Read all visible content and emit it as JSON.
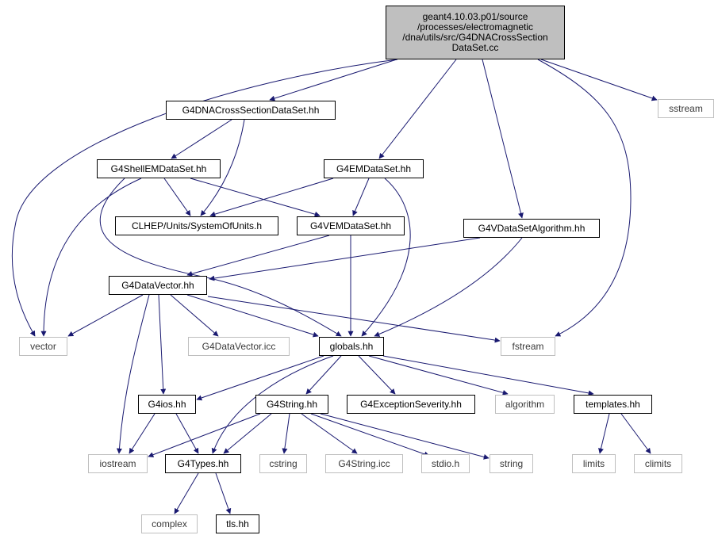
{
  "colors": {
    "edge": "#191970",
    "root_fill": "#bfbfbf",
    "external_border": "#bfbfbf"
  },
  "nodes": {
    "root": "geant4.10.03.p01/source\n/processes/electromagnetic\n/dna/utils/src/G4DNACrossSection\nDataSet.cc",
    "g4dnacrosssectiondataset": "G4DNACrossSectionDataSet.hh",
    "sstream": "sstream",
    "g4shellemdataset": "G4ShellEMDataSet.hh",
    "g4emdataset": "G4EMDataSet.hh",
    "systemofunits": "CLHEP/Units/SystemOfUnits.h",
    "g4vemdataset": "G4VEMDataSet.hh",
    "g4vdatasetalgorithm": "G4VDataSetAlgorithm.hh",
    "g4datavector": "G4DataVector.hh",
    "vector": "vector",
    "g4datavector_icc": "G4DataVector.icc",
    "globals": "globals.hh",
    "fstream": "fstream",
    "g4ios": "G4ios.hh",
    "g4string": "G4String.hh",
    "g4exceptionseverity": "G4ExceptionSeverity.hh",
    "algorithm": "algorithm",
    "templates": "templates.hh",
    "iostream": "iostream",
    "g4types": "G4Types.hh",
    "cstring": "cstring",
    "g4string_icc": "G4String.icc",
    "stdio": "stdio.h",
    "string": "string",
    "limits": "limits",
    "climits": "climits",
    "complex": "complex",
    "tls": "tls.hh"
  }
}
